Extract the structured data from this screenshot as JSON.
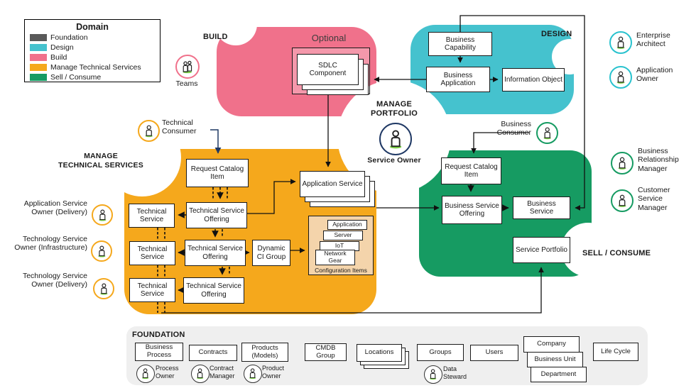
{
  "legend": {
    "title": "Domain",
    "items": [
      {
        "label": "Foundation",
        "color": "#595959"
      },
      {
        "label": "Design",
        "color": "#45C2CE"
      },
      {
        "label": "Build",
        "color": "#F0718B"
      },
      {
        "label": "Manage Technical Services",
        "color": "#F5A81C"
      },
      {
        "label": "Sell / Consume",
        "color": "#169B62"
      }
    ]
  },
  "regions": {
    "build": {
      "label": "BUILD",
      "optional_label": "Optional",
      "color": "#F0718B"
    },
    "design": {
      "label": "DESIGN",
      "color": "#45C2CE"
    },
    "manage_technical_services": {
      "label": "MANAGE\nTECHNICAL SERVICES",
      "color": "#F5A81C"
    },
    "sell_consume": {
      "label": "SELL / CONSUME",
      "color": "#169B62"
    },
    "manage_portfolio": {
      "label": "MANAGE PORTFOLIO",
      "owner": "Service Owner",
      "ring_color": "#1F3864"
    },
    "foundation": {
      "label": "FOUNDATION",
      "color": "#EFEFEF"
    }
  },
  "boxes": {
    "sdlc_component": "SDLC Component",
    "business_capability": "Business Capability",
    "business_application": "Business Application",
    "information_object": "Information Object",
    "request_catalog_item_technical": "Request Catalog Item",
    "technical_service_offering": "Technical Service Offering",
    "technical_service": "Technical Service",
    "dynamic_ci_group": "Dynamic CI Group",
    "application_service": "Application Service",
    "request_catalog_item_business": "Request Catalog Item",
    "business_service_offering": "Business Service Offering",
    "business_service": "Business Service",
    "service_portfolio": "Service Portfolio"
  },
  "configuration_items": {
    "label": "Configuration Items",
    "items": [
      "Application",
      "Server",
      "IoT",
      "Network Gear"
    ]
  },
  "foundation_items": {
    "business_process": "Business Process",
    "contracts": "Contracts",
    "products_models": "Products (Models)",
    "cmdb_group": "CMDB Group",
    "locations": "Locations",
    "groups": "Groups",
    "users": "Users",
    "company": "Company",
    "business_unit": "Business Unit",
    "department": "Department",
    "life_cycle": "Life Cycle"
  },
  "personas": {
    "teams": {
      "label": "Teams",
      "color": "#F0718B"
    },
    "technical_consumer": {
      "label": "Technical Consumer",
      "color": "#F5A81C"
    },
    "business_consumer": {
      "label": "Business Consumer",
      "color": "#169B62"
    },
    "enterprise_architect": {
      "label": "Enterprise Architect",
      "color": "#29C2CE"
    },
    "application_owner": {
      "label": "Application Owner",
      "color": "#29C2CE"
    },
    "business_relationship_manager": {
      "label": "Business Relationship Manager",
      "color": "#169B62"
    },
    "customer_service_manager": {
      "label": "Customer Service Manager",
      "color": "#169B62"
    },
    "application_service_owner_delivery": {
      "label": "Application Service Owner (Delivery)",
      "color": "#F5A81C"
    },
    "technology_service_owner_infrastructure": {
      "label": "Technology Service Owner (Infrastructure)",
      "color": "#F5A81C"
    },
    "technology_service_owner_delivery": {
      "label": "Technology Service Owner (Delivery)",
      "color": "#F5A81C"
    },
    "process_owner": {
      "label": "Process Owner",
      "color": "#333333"
    },
    "contract_manager": {
      "label": "Contract Manager",
      "color": "#333333"
    },
    "product_owner": {
      "label": "Product Owner",
      "color": "#333333"
    },
    "data_steward": {
      "label": "Data Steward",
      "color": "#333333"
    },
    "service_owner": {
      "label": "Service Owner",
      "color": "#1F3864"
    }
  },
  "colors": {
    "line": "#111111",
    "consumer_arrow": "#1F3864",
    "config_items_fill": "#F4D4AB",
    "person_base_green": "#7ED348"
  }
}
